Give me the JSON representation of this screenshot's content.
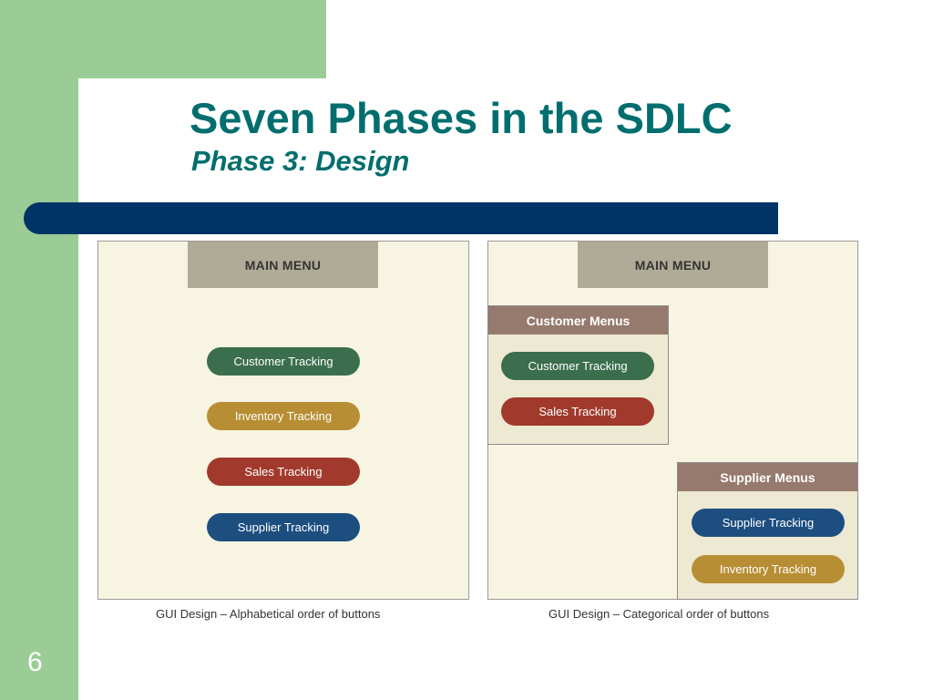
{
  "slide": {
    "title": "Seven Phases in the SDLC",
    "subtitle": "Phase 3: Design",
    "page_number": "6"
  },
  "left_panel": {
    "main_menu": "MAIN MENU",
    "buttons": [
      {
        "label": "Customer Tracking"
      },
      {
        "label": "Inventory Tracking"
      },
      {
        "label": "Sales Tracking"
      },
      {
        "label": "Supplier Tracking"
      }
    ],
    "caption": "GUI Design – Alphabetical order of buttons"
  },
  "right_panel": {
    "main_menu": "MAIN MENU",
    "customer_group": {
      "header": "Customer Menus",
      "buttons": [
        {
          "label": "Customer Tracking"
        },
        {
          "label": "Sales Tracking"
        }
      ]
    },
    "supplier_group": {
      "header": "Supplier Menus",
      "buttons": [
        {
          "label": "Supplier Tracking"
        },
        {
          "label": "Inventory Tracking"
        }
      ]
    },
    "caption": "GUI Design – Categorical order of buttons"
  },
  "colors": {
    "accent_green": "#9ccc95",
    "title_teal": "#006e6e",
    "bar_navy": "#003366",
    "button_green": "#3b6e4c",
    "button_gold": "#b88e34",
    "button_red": "#a13a2c",
    "button_blue": "#1d4e80"
  }
}
